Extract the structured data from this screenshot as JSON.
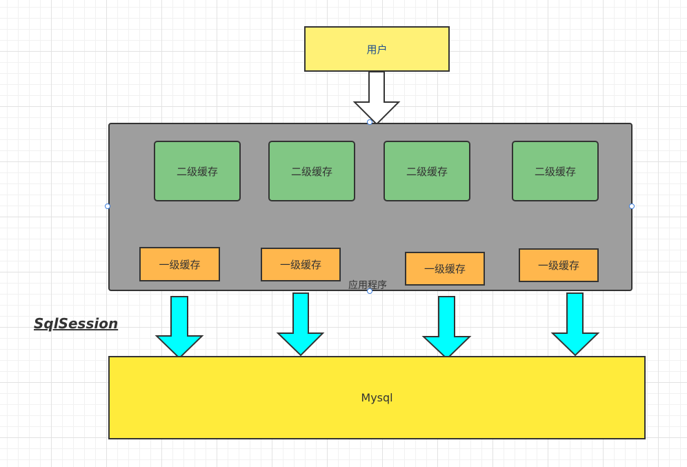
{
  "user": {
    "label": "用户"
  },
  "app": {
    "label": "应用程序",
    "level2": [
      "二级缓存",
      "二级缓存",
      "二级缓存",
      "二级缓存"
    ],
    "level1": [
      "一级缓存",
      "一级缓存",
      "一级缓存",
      "一级缓存"
    ]
  },
  "sqlsession": {
    "label": "SqlSession"
  },
  "mysql": {
    "label": "Mysql"
  },
  "colors": {
    "user_fill": "#fff176",
    "app_fill": "#9e9e9e",
    "level2_fill": "#81c784",
    "level1_fill": "#ffb74d",
    "mysql_fill": "#ffeb3b",
    "arrow_fill": "#00ffff",
    "stroke": "#333333"
  }
}
